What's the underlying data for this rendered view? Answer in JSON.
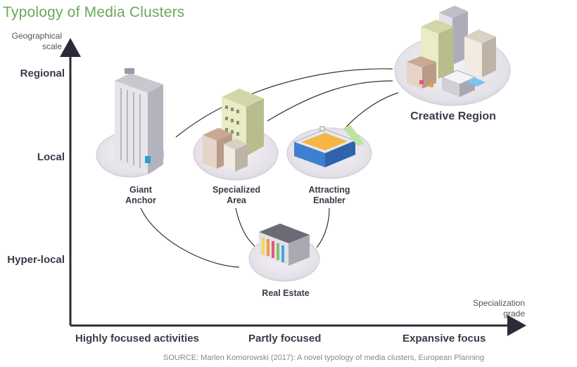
{
  "title": "Typology of Media Clusters",
  "y_axis": {
    "label": "Geographical scale",
    "levels": [
      "Regional",
      "Local",
      "Hyper-local"
    ]
  },
  "x_axis": {
    "label": "Specialization grade",
    "levels": [
      "Highly focused activities",
      "Partly focused",
      "Expansive focus"
    ]
  },
  "nodes": {
    "giant_anchor": {
      "line1": "Giant",
      "line2": "Anchor"
    },
    "specialized_area": {
      "line1": "Specialized",
      "line2": "Area"
    },
    "attracting_enabler": {
      "line1": "Attracting",
      "line2": "Enabler"
    },
    "real_estate": "Real Estate",
    "creative_region": "Creative Region"
  },
  "source": "SOURCE: Marlen Komorowski (2017): A novel typology of media clusters, European Planning",
  "colors": {
    "title": "#6aa95a",
    "axis": "#2b2b3a",
    "platform": "#e3e0e6",
    "connector": "#333333"
  }
}
